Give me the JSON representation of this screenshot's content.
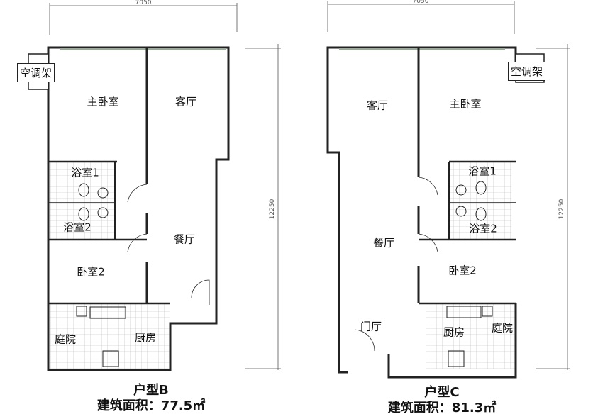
{
  "plans": [
    {
      "type_label": "户型B",
      "area_label": "建筑面积：77.5㎡",
      "width_dim": "7050",
      "depth_dim": "12250",
      "rooms": {
        "ac_rack": "空调架",
        "master_bedroom": "主卧室",
        "living_room": "客厅",
        "bathroom1": "浴室1",
        "bathroom2": "浴室2",
        "dining_room": "餐厅",
        "bedroom2": "卧室2",
        "courtyard": "庭院",
        "kitchen": "厨房"
      }
    },
    {
      "type_label": "户型C",
      "area_label": "建筑面积：81.3㎡",
      "width_dim": "7050",
      "depth_dim": "12250",
      "rooms": {
        "ac_rack": "空调架",
        "living_room": "客厅",
        "master_bedroom": "主卧室",
        "bathroom1": "浴室1",
        "bathroom2": "浴室2",
        "dining_room": "餐厅",
        "bedroom2": "卧室2",
        "foyer": "门厅",
        "kitchen": "厨房",
        "courtyard": "庭院"
      }
    }
  ]
}
